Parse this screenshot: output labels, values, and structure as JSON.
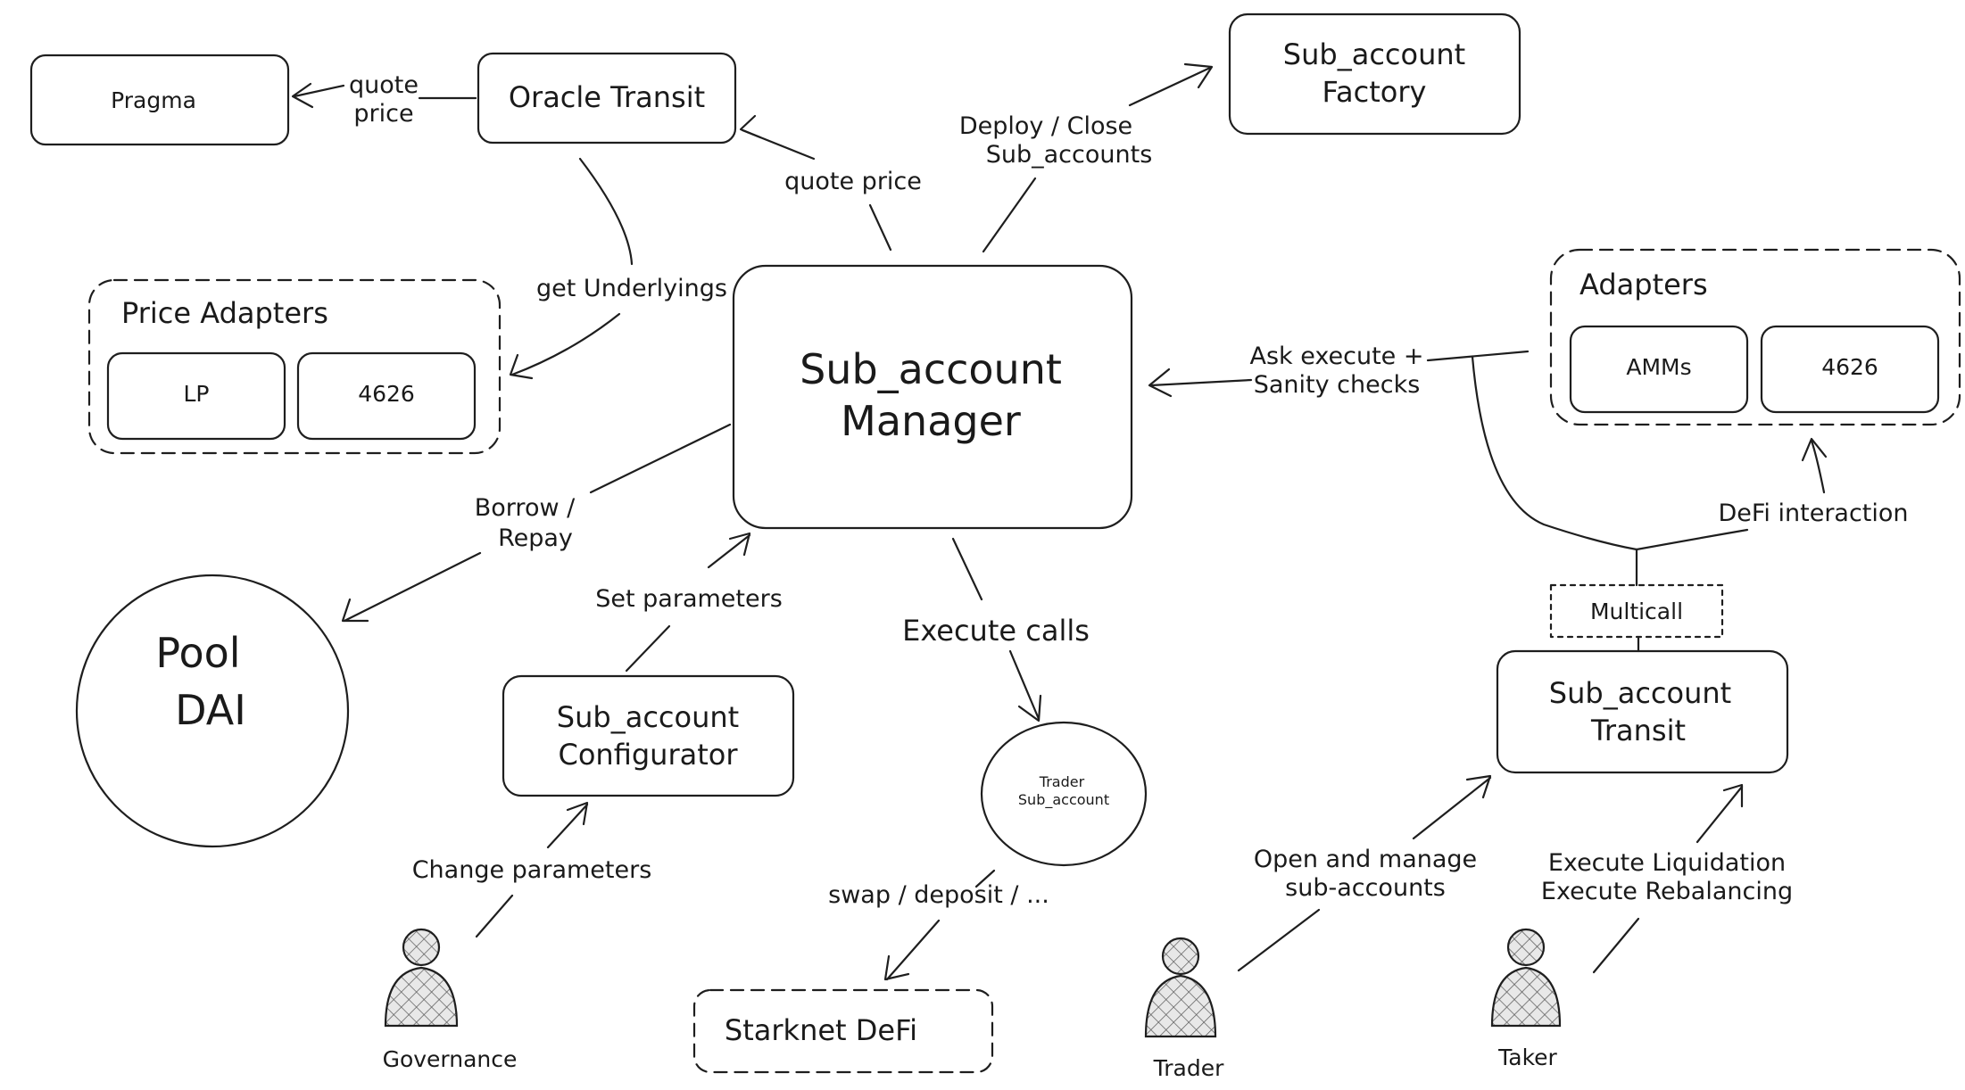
{
  "nodes": {
    "pragma": "Pragma",
    "oracle_transit": "Oracle Transit",
    "factory": [
      "Sub_account",
      "Factory"
    ],
    "price_adapters": {
      "title": "Price Adapters",
      "items": [
        "LP",
        "4626"
      ]
    },
    "manager": [
      "Sub_account",
      "Manager"
    ],
    "adapters": {
      "title": "Adapters",
      "items": [
        "AMMs",
        "4626"
      ]
    },
    "pool": [
      "Pool",
      "DAI"
    ],
    "configurator": [
      "Sub_account",
      "Configurator"
    ],
    "trader_sub_account": [
      "Trader",
      "Sub_account"
    ],
    "multicall": "Multicall",
    "transit": [
      "Sub_account",
      "Transit"
    ],
    "starknet_defi": "Starknet DeFi"
  },
  "edges": {
    "quote_price_oracle": [
      "quote",
      "price"
    ],
    "quote_price_manager": "quote price",
    "deploy_close": [
      "Deploy / Close",
      "Sub_accounts"
    ],
    "get_underlyings": "get Underlyings",
    "ask_execute": [
      "Ask execute +",
      "Sanity checks"
    ],
    "borrow_repay": [
      "Borrow /",
      "Repay"
    ],
    "set_parameters": "Set parameters",
    "execute_calls": "Execute calls",
    "defi_interaction": "DeFi interaction",
    "change_parameters": "Change parameters",
    "swap_deposit": "swap / deposit / ...",
    "open_manage": [
      "Open and manage",
      "sub-accounts"
    ],
    "execute_liquidation": [
      "Execute Liquidation",
      "Execute Rebalancing"
    ]
  },
  "actors": {
    "governance": "Governance",
    "trader": "Trader",
    "taker": "Taker"
  }
}
